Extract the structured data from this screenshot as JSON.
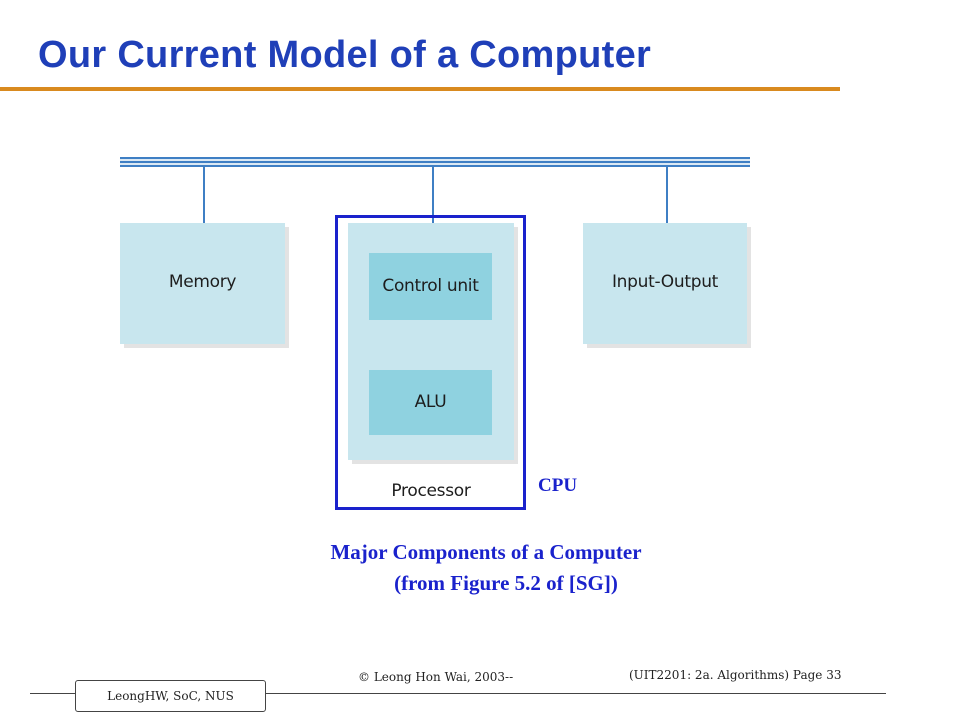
{
  "slide": {
    "title": "Our Current Model of a Computer"
  },
  "diagram": {
    "memory_label": "Memory",
    "control_unit_label": "Control unit",
    "alu_label": "ALU",
    "processor_label": "Processor",
    "io_label": "Input-Output",
    "cpu_label": "CPU",
    "colors": {
      "bus": "#3f7fc4",
      "box_fill": "#c8e6ee",
      "inner_fill": "#8fd2e0",
      "cpu_outline": "#1a22cc"
    }
  },
  "caption": {
    "line1": "Major Components of a Computer",
    "line2": "(from Figure 5.2 of [SG])"
  },
  "footer": {
    "copyright": "© Leong Hon Wai, 2003--",
    "page_ref": "(UIT2201: 2a. Algorithms) Page 33",
    "author": "LeongHW, SoC, NUS"
  },
  "colors": {
    "title": "#1f3fb8",
    "title_rule": "#d98a1f"
  }
}
